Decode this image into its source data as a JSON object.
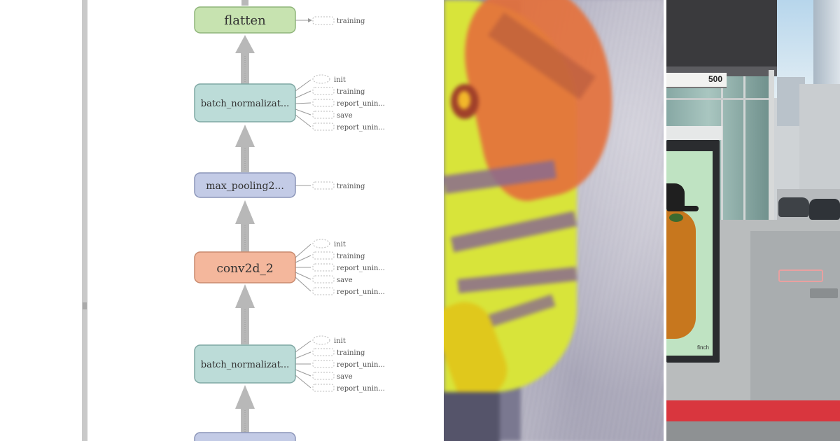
{
  "graph": {
    "nodes": [
      {
        "label": "flatten",
        "color": "#c7e3b0",
        "stroke": "#8fb57a"
      },
      {
        "label": "batch_normalizat...",
        "color": "#bcdcd8",
        "stroke": "#7fa8a4"
      },
      {
        "label": "max_pooling2...",
        "color": "#c3cbe6",
        "stroke": "#8b95b8"
      },
      {
        "label": "conv2d_2",
        "color": "#f4b79c",
        "stroke": "#c98a6e"
      },
      {
        "label": "batch_normalizat...",
        "color": "#bcdcd8",
        "stroke": "#7fa8a4"
      }
    ],
    "side_labels": {
      "init": "init",
      "training": "training",
      "report": "report_unin...",
      "save": "save"
    }
  },
  "street": {
    "building_number": "500",
    "kiosk_brand": "finch"
  },
  "colors": {
    "curb_red": "#d9363e",
    "toy_yellow": "#d8e43a",
    "toy_orange": "#e4713c"
  }
}
